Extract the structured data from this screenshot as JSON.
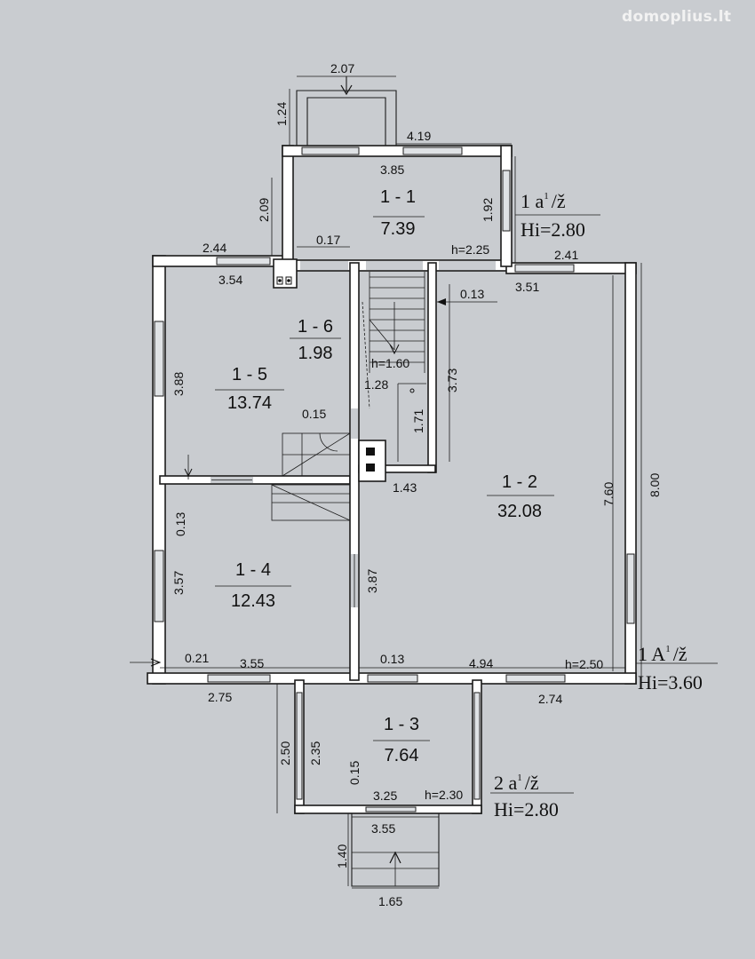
{
  "watermark": "domoplius.lt",
  "rooms": [
    {
      "id": "1 - 1",
      "area": "7.39"
    },
    {
      "id": "1 - 2",
      "area": "32.08"
    },
    {
      "id": "1 - 3",
      "area": "7.64"
    },
    {
      "id": "1 - 4",
      "area": "12.43"
    },
    {
      "id": "1 - 5",
      "area": "13.74"
    },
    {
      "id": "1 - 6",
      "area": "1.98"
    }
  ],
  "levels": [
    {
      "code": "1 a",
      "sup": "1",
      "suffix": "/ž",
      "height": "Hi=2.80"
    },
    {
      "code": "1 A",
      "sup": "1",
      "suffix": "/ž",
      "height": "Hi=3.60"
    },
    {
      "code": "2 a",
      "sup": "1",
      "suffix": "/ž",
      "height": "Hi=2.80"
    }
  ],
  "dimensions": {
    "d207": "2.07",
    "d124": "1.24",
    "d419": "4.19",
    "d385": "3.85",
    "d209": "2.09",
    "d192": "1.92",
    "d017": "0.17",
    "h225": "h=2.25",
    "d244": "2.44",
    "d354": "3.54",
    "d241": "2.41",
    "d013a": "0.13",
    "d351": "3.51",
    "d388": "3.88",
    "h160": "h=1.60",
    "d373": "3.73",
    "d128": "1.28",
    "d171": "1.71",
    "d015a": "0.15",
    "d760": "7.60",
    "d800": "8.00",
    "d143": "1.43",
    "d013b": "0.13",
    "d357": "3.57",
    "d387": "3.87",
    "d021": "0.21",
    "d355a": "3.55",
    "d013c": "0.13",
    "d494": "4.94",
    "h250": "h=2.50",
    "d275": "2.75",
    "d274": "2.74",
    "d250": "2.50",
    "d235": "2.35",
    "d015b": "0.15",
    "d325": "3.25",
    "h230": "h=2.30",
    "d355b": "3.55",
    "d140": "1.40",
    "d165": "1.65"
  }
}
